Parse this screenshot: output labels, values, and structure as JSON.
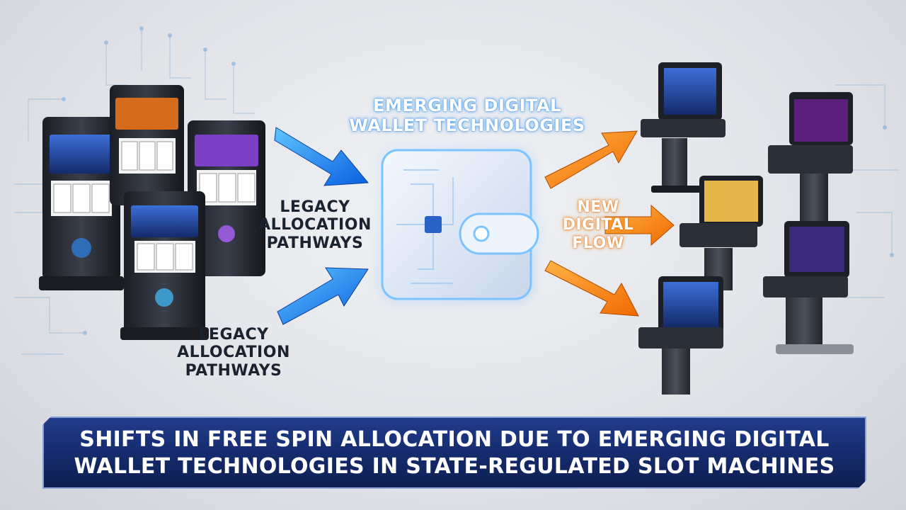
{
  "labels": {
    "emerging": [
      "EMERGING DIGITAL",
      "WALLET TECHNOLOGIES"
    ],
    "legacy_mid": [
      "LEGACY",
      "ALLOCATION",
      "PATHWAYS"
    ],
    "legacy_low": [
      "LEGACY",
      "ALLOCATION",
      "PATHWAYS"
    ],
    "new_flow": [
      "NEW",
      "DIGITAL",
      "FLOW"
    ]
  },
  "banner": {
    "line1": "SHIFTS IN FREE SPIN ALLOCATION DUE TO EMERGING DIGITAL",
    "line2": "WALLET TECHNOLOGIES IN STATE-REGULATED SLOT MACHINES"
  },
  "colors": {
    "legacy_arrow": "#1e88ff",
    "digital_arrow": "#ff7a12",
    "banner_bg": "#152a6b",
    "wallet_glow": "#7cc4ff"
  },
  "icons": [
    "slot-machine-icon",
    "digital-wallet-icon",
    "digital-terminal-icon",
    "arrow-icon"
  ]
}
